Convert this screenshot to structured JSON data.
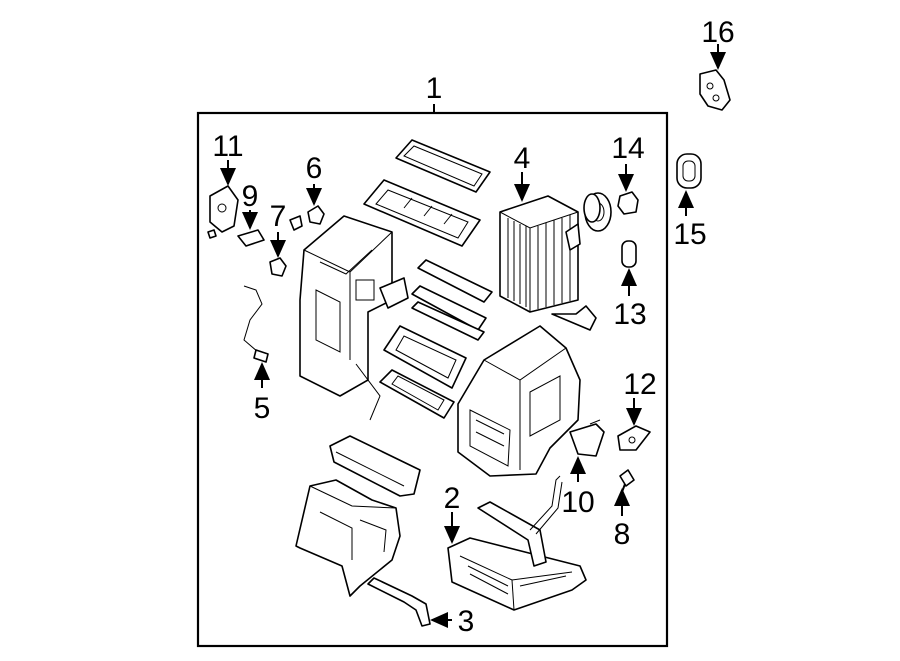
{
  "diagram": {
    "line_color": "#000000",
    "background": "#ffffff"
  },
  "callouts": [
    {
      "id": "1",
      "text": "1"
    },
    {
      "id": "2",
      "text": "2"
    },
    {
      "id": "3",
      "text": "3"
    },
    {
      "id": "4",
      "text": "4"
    },
    {
      "id": "5",
      "text": "5"
    },
    {
      "id": "6",
      "text": "6"
    },
    {
      "id": "7",
      "text": "7"
    },
    {
      "id": "8",
      "text": "8"
    },
    {
      "id": "9",
      "text": "9"
    },
    {
      "id": "10",
      "text": "10"
    },
    {
      "id": "11",
      "text": "11"
    },
    {
      "id": "12",
      "text": "12"
    },
    {
      "id": "13",
      "text": "13"
    },
    {
      "id": "14",
      "text": "14"
    },
    {
      "id": "15",
      "text": "15"
    },
    {
      "id": "16",
      "text": "16"
    }
  ]
}
